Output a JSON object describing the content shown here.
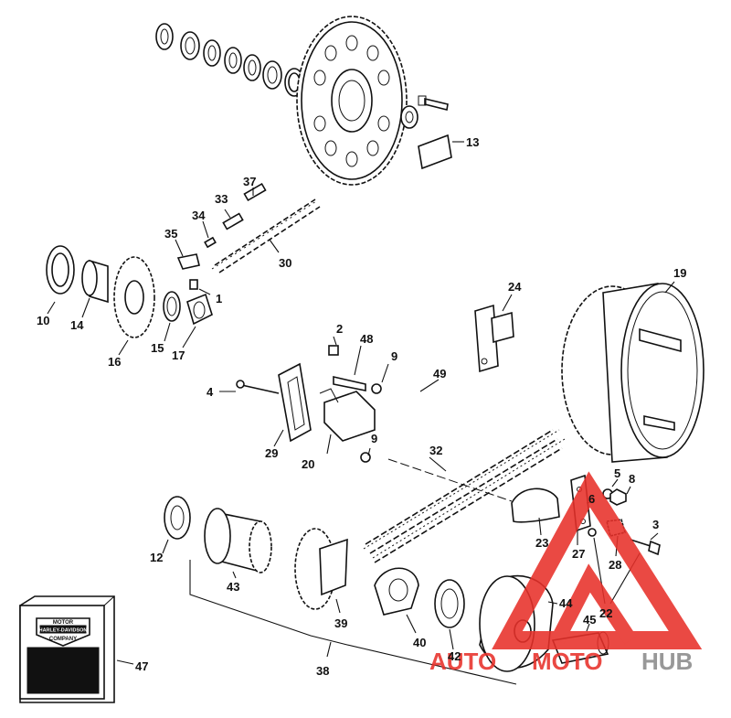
{
  "part_labels": {
    "p1": "1",
    "p2": "2",
    "p3": "3",
    "p4": "4",
    "p5": "5",
    "p6": "6",
    "p8": "8",
    "p9a": "9",
    "p9b": "9",
    "p10": "10",
    "p12": "12",
    "p13": "13",
    "p14": "14",
    "p15": "15",
    "p16": "16",
    "p17": "17",
    "p19": "19",
    "p20": "20",
    "p22": "22",
    "p23": "23",
    "p24": "24",
    "p27": "27",
    "p28": "28",
    "p29": "29",
    "p30": "30",
    "p32": "32",
    "p33": "33",
    "p34": "34",
    "p35": "35",
    "p37": "37",
    "p38": "38",
    "p39": "39",
    "p40": "40",
    "p42": "42",
    "p43": "43",
    "p44": "44",
    "p45": "45",
    "p47": "47",
    "p48": "48",
    "p49": "49"
  },
  "product_box": {
    "top_text": "MOTOR",
    "mid_text": "HARLEY-DAVIDSON",
    "bottom_text": "COMPANY"
  },
  "watermark": {
    "part1": "AUTO",
    "part2": "MOTO",
    "part3": "HUB",
    "color_red": "#e8302a",
    "color_gray": "#8a8a8a"
  }
}
